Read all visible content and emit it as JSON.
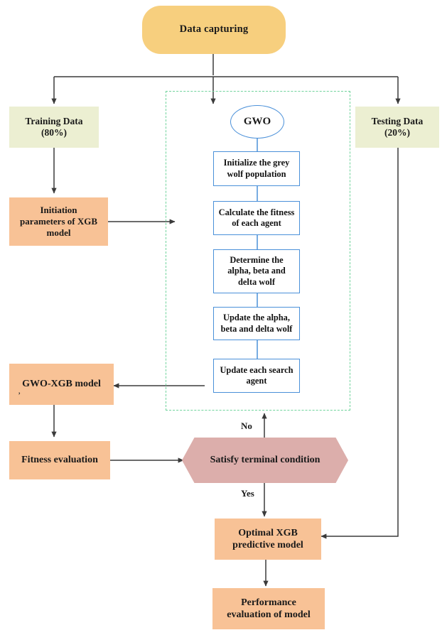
{
  "diagram": {
    "title": "GWO-XGB model flowchart",
    "type": "flowchart",
    "colors": {
      "start_pill": "#f7cf7e",
      "data_split": "#ecefd2",
      "process_peach": "#f8c296",
      "decision_hex": "#dcaeab",
      "gwo_step_border": "#4a90d9",
      "gwo_container_border": "#6fd39b",
      "connector": "#3a3a3a",
      "text": "#1a1a1a"
    },
    "nodes": {
      "start": {
        "label": "Data capturing",
        "shape": "rounded-pill"
      },
      "training_data": {
        "label": "Training Data\n(80%)",
        "line1": "Training Data",
        "line2": "(80%)",
        "shape": "rect"
      },
      "testing_data": {
        "label": "Testing Data\n(20%)",
        "line1": "Testing Data",
        "line2": "(20%)",
        "shape": "rect"
      },
      "initiation": {
        "line1": "Initiation",
        "line2": "parameters of XGB",
        "line3": "model",
        "shape": "rect"
      },
      "gwo_title": {
        "label": "GWO",
        "shape": "ellipse"
      },
      "gwo_step_1": {
        "line1": "Initialize the grey",
        "line2": "wolf population"
      },
      "gwo_step_2": {
        "line1": "Calculate the fitness",
        "line2": "of each agent"
      },
      "gwo_step_3": {
        "line1": "Determine the",
        "line2": "alpha, beta and",
        "line3": "delta wolf"
      },
      "gwo_step_4": {
        "line1": "Update the alpha,",
        "line2": "beta and delta wolf"
      },
      "gwo_step_5": {
        "line1": "Update each search",
        "line2": "agent"
      },
      "gwo_xgb_model": {
        "label": "GWO-XGB model",
        "artifact": ",",
        "shape": "rect"
      },
      "fitness_evaluation": {
        "label": "Fitness evaluation",
        "shape": "rect"
      },
      "decision": {
        "label": "Satisfy terminal condition",
        "shape": "hexagon"
      },
      "optimal_model": {
        "line1": "Optimal XGB",
        "line2": "predictive model",
        "shape": "rect"
      },
      "performance": {
        "line1": "Performance",
        "line2": "evaluation of model",
        "shape": "rect"
      }
    },
    "edge_labels": {
      "no": "No",
      "yes": "Yes"
    }
  }
}
